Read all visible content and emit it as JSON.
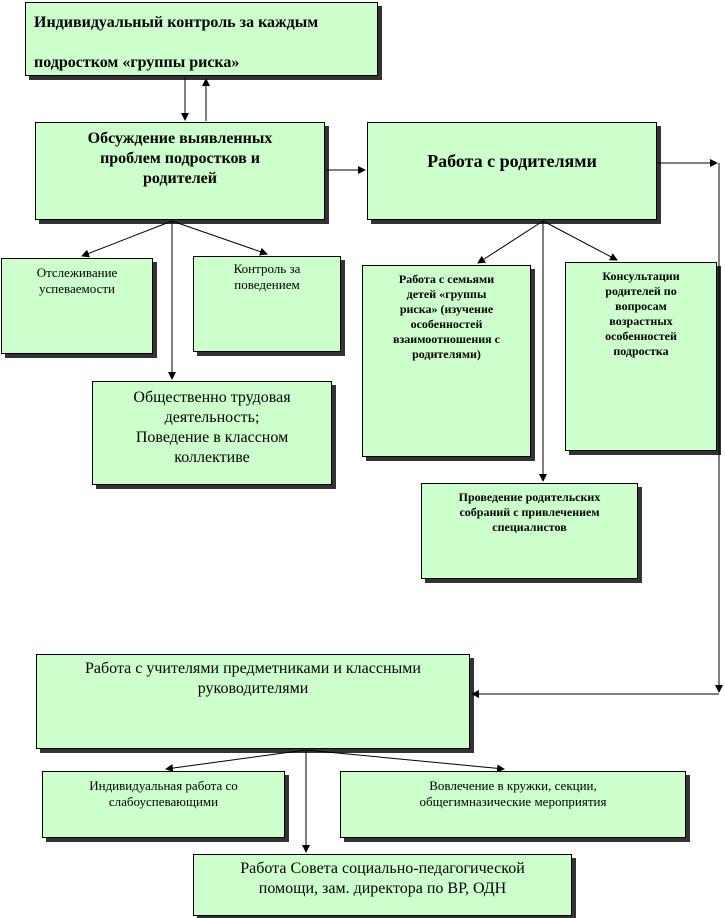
{
  "boxes": {
    "individual_control": "Индивидуальный контроль за каждым подростком  «группы риска»",
    "discussion": "Обсуждение выявленных\nпроблем подростков и\nродителей",
    "parents_work": "Работа с родителями",
    "progress_tracking": "Отслеживание\nуспеваемости",
    "behavior_control": "Контроль за\nповедением",
    "social_labor": "Общественно трудовая\nдеятельность;\nПоведение в классном\nколлективе",
    "risk_families": "Работа с семьями\nдетей «группы\nриска» (изучение\nособенностей\nвзаимоотношения с\nродителями)",
    "consultations": "Консультации\nродителей по\nвопросам\nвозрастных\nособенностей\nподростка",
    "parent_meetings": "Проведение родительских\nсобраний с привлечением\nспециалистов",
    "teachers_work": "Работа с учителями предметниками и классными\nруководителями",
    "individual_work": "Индивидуальная работа со\nслабоуспевающими",
    "clubs": "Вовлечение в кружки, секции,\nобщегимназические мероприятия",
    "council": "Работа Совета социально-педагогической\nпомощи, зам. директора по ВР, ОДН"
  },
  "colors": {
    "box_fill": "#ccffcc",
    "border": "#000000",
    "shadow": "#333333"
  }
}
